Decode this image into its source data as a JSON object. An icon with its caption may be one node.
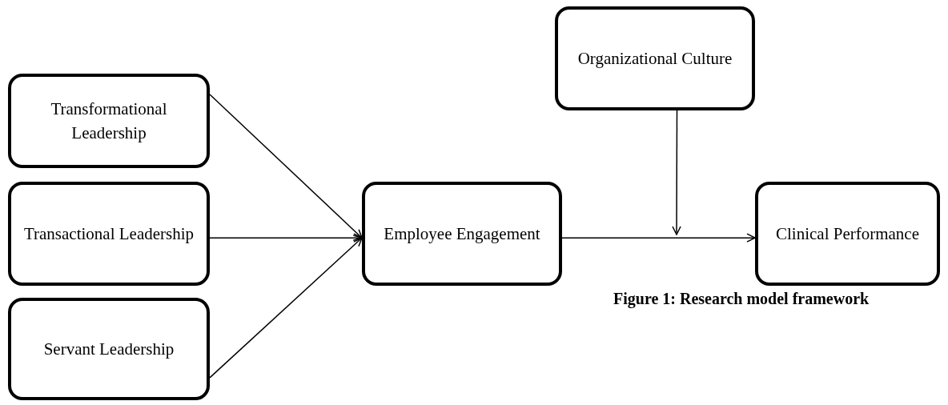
{
  "diagram": {
    "caption": "Figure 1: Research model framework",
    "nodes": [
      {
        "text": [
          "Transformational Leadership"
        ]
      },
      {
        "text": [
          "Transactional Leadership"
        ]
      },
      {
        "text": [
          "Servant Leadership"
        ]
      },
      {
        "text": [
          "Employee Engagement"
        ]
      },
      {
        "text": [
          "Organizational Culture"
        ]
      },
      {
        "text": [
          "Clinical Performance"
        ]
      }
    ],
    "edges": [
      {
        "from": 0,
        "to": 3,
        "arrow": "to"
      },
      {
        "from": 1,
        "to": 3,
        "arrow": "to"
      },
      {
        "from": 2,
        "to": 3,
        "arrow": "to"
      },
      {
        "from": 3,
        "to": 5,
        "arrow": "to"
      },
      {
        "from": 4,
        "to": null,
        "arrow": "to"
      }
    ]
  }
}
